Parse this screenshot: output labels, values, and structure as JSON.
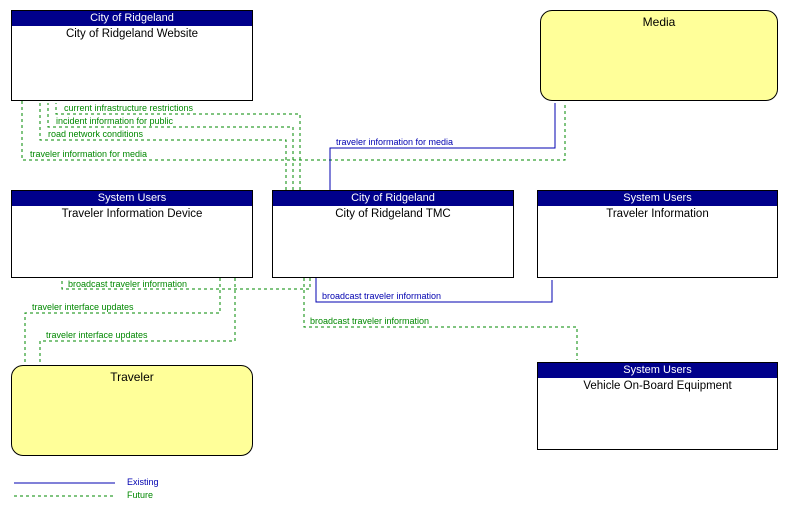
{
  "diagram": {
    "colors": {
      "existing": "#0000B0",
      "future": "#008800",
      "header_bg": "#00008B",
      "entity_fill": "#FFFF99"
    },
    "boxes": [
      {
        "id": "website",
        "header": "City of Ridgeland",
        "title": "City of Ridgeland Website"
      },
      {
        "id": "media",
        "title": "Media"
      },
      {
        "id": "device",
        "header": "System Users",
        "title": "Traveler Information Device"
      },
      {
        "id": "tmc",
        "header": "City of Ridgeland",
        "title": "City of Ridgeland TMC"
      },
      {
        "id": "travinfo",
        "header": "System Users",
        "title": "Traveler Information"
      },
      {
        "id": "traveler",
        "title": "Traveler"
      },
      {
        "id": "obe",
        "header": "System Users",
        "title": "Vehicle On-Board Equipment"
      }
    ],
    "flows": [
      {
        "label": "current infrastructure restrictions",
        "status": "future"
      },
      {
        "label": "incident information for public",
        "status": "future"
      },
      {
        "label": "road network conditions",
        "status": "future"
      },
      {
        "label": "traveler information for media",
        "status": "future"
      },
      {
        "label": "traveler information for media",
        "status": "existing"
      },
      {
        "label": "broadcast traveler information",
        "status": "future"
      },
      {
        "label": "broadcast traveler information",
        "status": "existing"
      },
      {
        "label": "broadcast traveler information",
        "status": "future"
      },
      {
        "label": "traveler interface updates",
        "status": "future"
      },
      {
        "label": "traveler interface updates",
        "status": "future"
      }
    ],
    "legend": {
      "existing_label": "Existing",
      "future_label": "Future"
    }
  }
}
